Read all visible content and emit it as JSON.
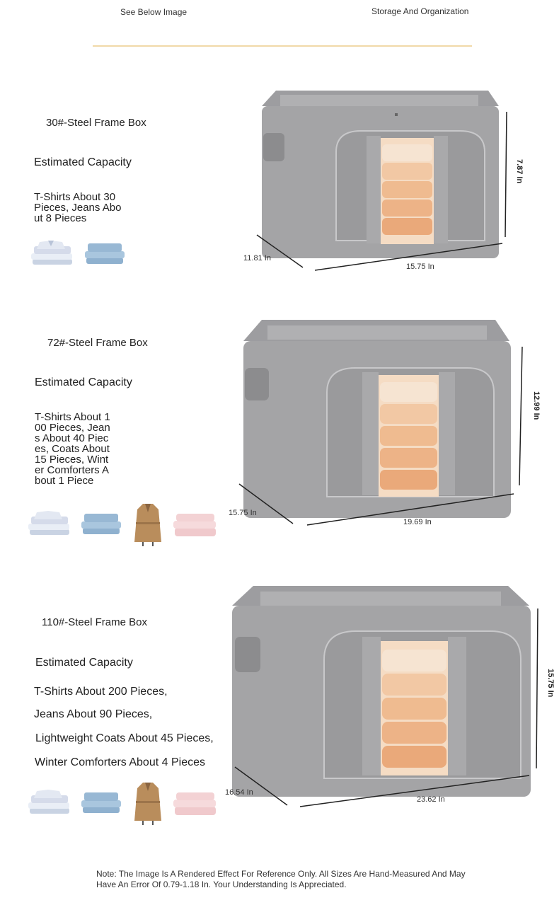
{
  "header": {
    "left": "See Below Image",
    "right": "Storage And Organization"
  },
  "products": [
    {
      "title": "30#-Steel Frame Box",
      "capacity_label": "Estimated Capacity",
      "capacity_text": "T-Shirts About 30 Pieces, Jeans About 8 Pieces",
      "depth": "11.81 In",
      "width": "15.75 In",
      "height": "7.87 In",
      "icons": [
        "tshirt-stack-icon",
        "jeans-stack-icon"
      ]
    },
    {
      "title": "72#-Steel Frame Box",
      "capacity_label": "Estimated Capacity",
      "capacity_text": "T-Shirts About 100 Pieces, Jeans About 40 Pieces, Coats About 15 Pieces, Winter Comforters About 1 Piece",
      "depth": "15.75 In",
      "width": "19.69 In",
      "height": "12.99 In",
      "icons": [
        "tshirt-stack-icon",
        "jeans-stack-icon",
        "coat-icon",
        "comforter-icon"
      ]
    },
    {
      "title": "110#-Steel Frame Box",
      "capacity_label": "Estimated Capacity",
      "capacity_lines": [
        "T-Shirts About 200 Pieces,",
        "Jeans About 90 Pieces,",
        "Lightweight Coats About 45 Pieces,",
        "Winter Comforters About 4 Pieces"
      ],
      "depth": "16.54 In",
      "width": "23.62 In",
      "height": "15.75 In",
      "icons": [
        "tshirt-stack-icon",
        "jeans-stack-icon",
        "coat-icon",
        "comforter-icon"
      ]
    }
  ],
  "colors": {
    "box_gray": "#a4a4a6",
    "box_dark": "#8c8c8e",
    "towel_peach": "#efb98a",
    "towel_light": "#f5dcc4",
    "rule_gold": "#f1d9a8"
  },
  "note": "Note: The Image Is A Rendered Effect For Reference Only. All Sizes Are Hand-Measured And May Have An Error Of 0.79-1.18 In. Your Understanding Is Appreciated."
}
